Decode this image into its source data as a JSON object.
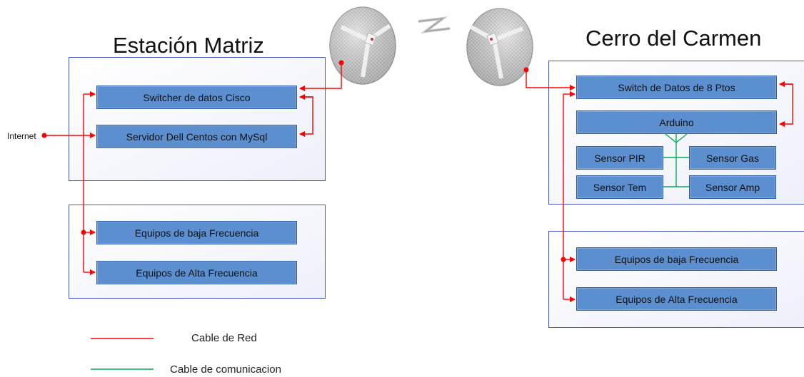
{
  "sites": {
    "left_title": "Estación Matriz",
    "right_title": "Cerro del Carmen"
  },
  "left": {
    "switch": "Switcher de datos Cisco",
    "server": "Servidor Dell Centos con MySql",
    "low_freq": "Equipos de baja Frecuencia",
    "high_freq": "Equipos de Alta Frecuencia",
    "internet": "Internet"
  },
  "right": {
    "switch": "Switch de Datos de 8 Ptos",
    "arduino": "Arduino",
    "sensor_pir": "Sensor PIR",
    "sensor_gas": "Sensor Gas",
    "sensor_tem": "Sensor Tem",
    "sensor_amp": "Sensor Amp",
    "low_freq": "Equipos de baja Frecuencia",
    "high_freq": "Equipos de Alta Frecuencia"
  },
  "legend": {
    "red_label": "Cable de Red",
    "green_label": "Cable de comunicacion"
  },
  "colors": {
    "network_cable": "#ff0000",
    "communication_cable": "#00b050",
    "node_fill": "#5b8fd0",
    "panel_border": "#4a56c6"
  },
  "icons": [
    "radio-dish-antenna-icon",
    "wireless-link-icon"
  ]
}
